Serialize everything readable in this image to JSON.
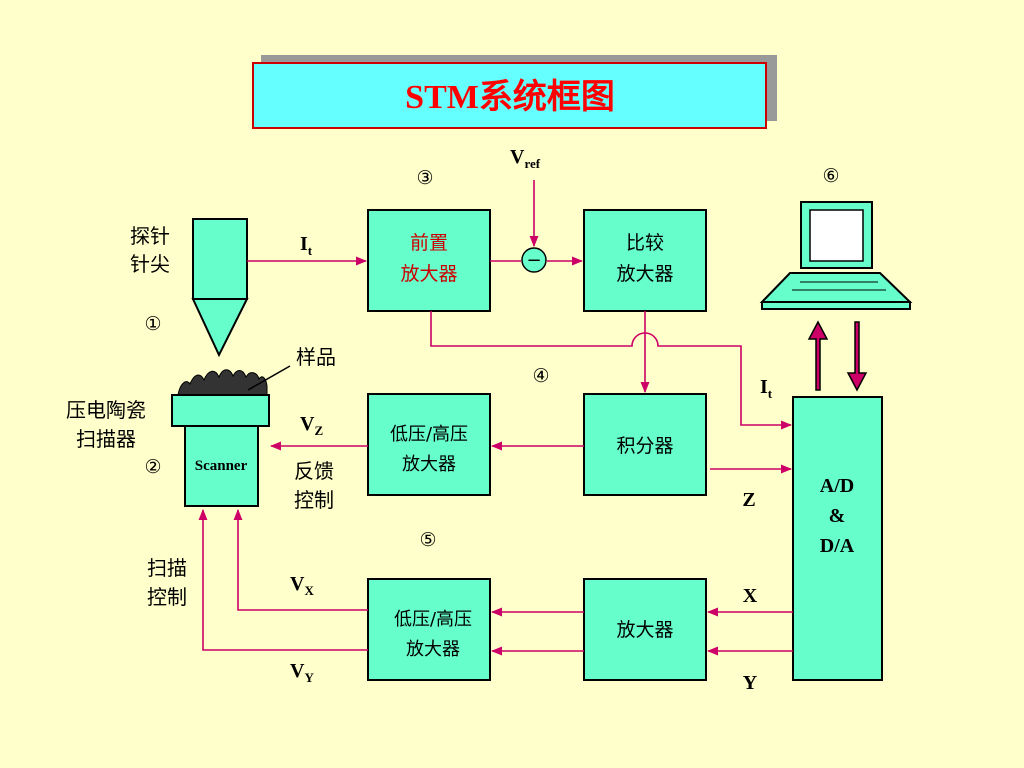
{
  "title": "STM系统框图",
  "colors": {
    "background": "#FFFFCC",
    "block_fill": "#66FFCC",
    "title_fill": "#66FFFF",
    "title_text": "#FF0000",
    "title_shadow": "#999999",
    "signal_line": "#CC0066",
    "highlight_text": "#CC0000"
  },
  "markers": {
    "m1": "①",
    "m2": "②",
    "m3": "③",
    "m4": "④",
    "m5": "⑤",
    "m6": "⑥"
  },
  "labels": {
    "probe_line1": "探针",
    "probe_line2": "针尖",
    "sample": "样品",
    "piezo_line1": "压电陶瓷",
    "piezo_line2": "扫描器",
    "scanner": "Scanner",
    "feedback_line1": "反馈",
    "feedback_line2": "控制",
    "scan_line1": "扫描",
    "scan_line2": "控制"
  },
  "signals": {
    "it_main": "I",
    "it_sub": "t",
    "vref_main": "V",
    "vref_sub": "ref",
    "vz_main": "V",
    "vz_sub": "Z",
    "vx_main": "V",
    "vx_sub": "X",
    "vy_main": "V",
    "vy_sub": "Y",
    "it2_main": "I",
    "it2_sub": "t",
    "z": "Z",
    "x": "X",
    "y": "Y",
    "minus": "−"
  },
  "blocks": {
    "preamp_line1": "前置",
    "preamp_line2": "放大器",
    "comparator_line1": "比较",
    "comparator_line2": "放大器",
    "integrator": "积分器",
    "hv_amp_z_line1": "低压/高压",
    "hv_amp_z_line2": "放大器",
    "amp": "放大器",
    "hv_amp_xy_line1": "低压/高压",
    "hv_amp_xy_line2": "放大器",
    "adda_line1": "A/D",
    "adda_line2": "&",
    "adda_line3": "D/A"
  },
  "icons": {
    "computer": "computer-monitor-icon",
    "probe": "probe-tip-icon",
    "sample": "sample-surface-icon"
  }
}
